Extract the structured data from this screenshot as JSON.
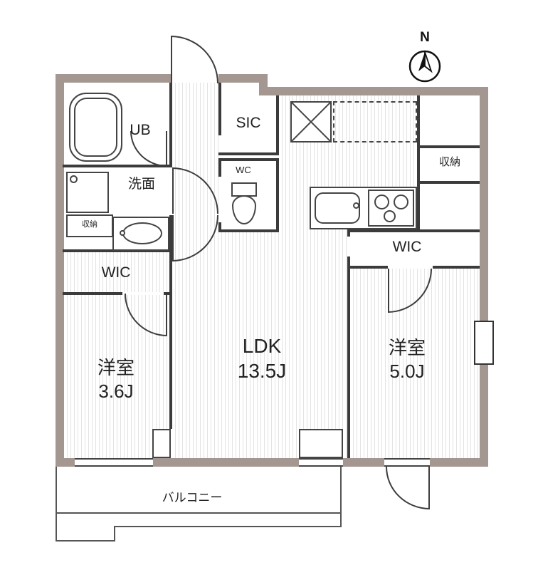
{
  "compass": {
    "label": "N"
  },
  "labels": {
    "ub": "UB",
    "washroom": "洗面",
    "storage_small": "収納",
    "wic_left": "WIC",
    "room_left_name": "洋室",
    "room_left_size": "3.6J",
    "sic": "SIC",
    "wc": "WC",
    "ldk_name": "LDK",
    "ldk_size": "13.5J",
    "storage_right": "収納",
    "wic_right": "WIC",
    "room_right_name": "洋室",
    "room_right_size": "5.0J",
    "balcony": "バルコニー"
  },
  "colors": {
    "exterior_wall": "#a49690",
    "interior_wall": "#3b3b3b",
    "floor_stripe": "#e3e3e3",
    "line": "#444444"
  }
}
